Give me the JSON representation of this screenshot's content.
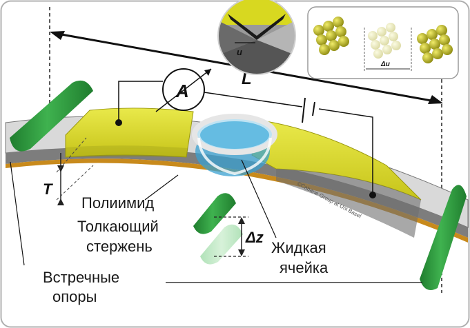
{
  "labels": {
    "polyimide": "Полиимид",
    "push_rod_1": "Толкающий",
    "push_rod_2": "стержень",
    "liquid_cell_1": "Жидкая",
    "liquid_cell_2": "ячейка",
    "supports_1": "Встречные",
    "supports_2": "опоры"
  },
  "symbols": {
    "length": "L",
    "thickness": "T",
    "displacement": "Δz",
    "ammeter": "A",
    "inset_u": "u",
    "inset_delta_u": "Δu"
  },
  "copyright": "©Cabane Group at Uni Basel",
  "colors": {
    "frame": "#b0b0b0",
    "electrode": "#d8d820",
    "substrate": "#8c8c8c",
    "polyimide_layer": "#c88a1c",
    "support": "#2e9a3e",
    "liquid": "#3aa0d0"
  }
}
